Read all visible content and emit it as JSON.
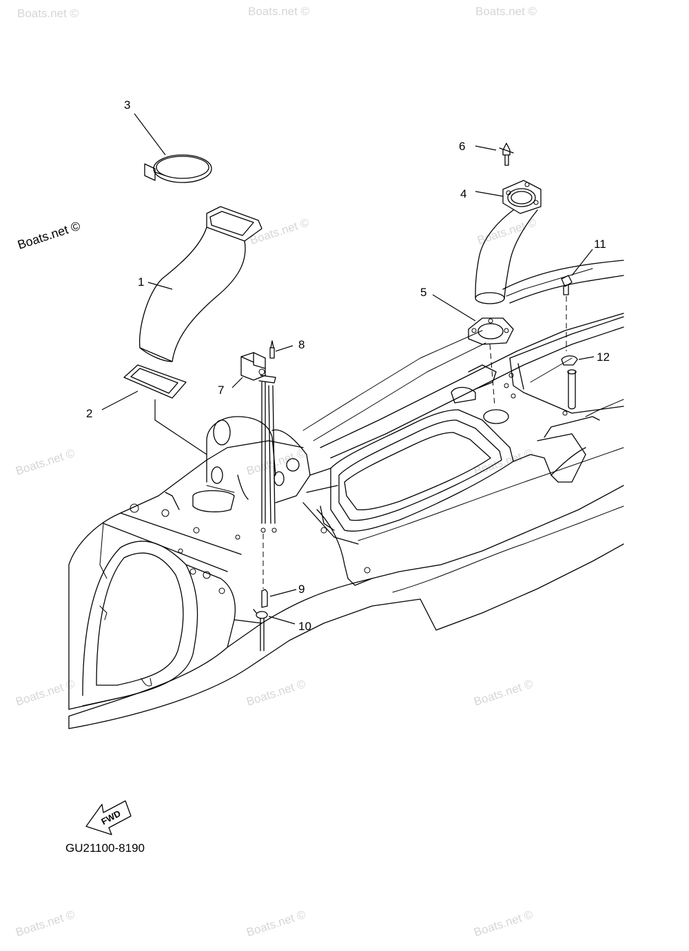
{
  "watermark_text": "Boats.net ©",
  "watermark_corner_text": "Boats.net ©",
  "diagram_code": "GU21100-8190",
  "fwd_label": "FWD",
  "callouts": [
    {
      "id": "1",
      "label": "1"
    },
    {
      "id": "2",
      "label": "2"
    },
    {
      "id": "3",
      "label": "3"
    },
    {
      "id": "4",
      "label": "4"
    },
    {
      "id": "5",
      "label": "5"
    },
    {
      "id": "6",
      "label": "6"
    },
    {
      "id": "7",
      "label": "7"
    },
    {
      "id": "8",
      "label": "8"
    },
    {
      "id": "9",
      "label": "9"
    },
    {
      "id": "10",
      "label": "10"
    },
    {
      "id": "11",
      "label": "11"
    },
    {
      "id": "12",
      "label": "12"
    }
  ]
}
